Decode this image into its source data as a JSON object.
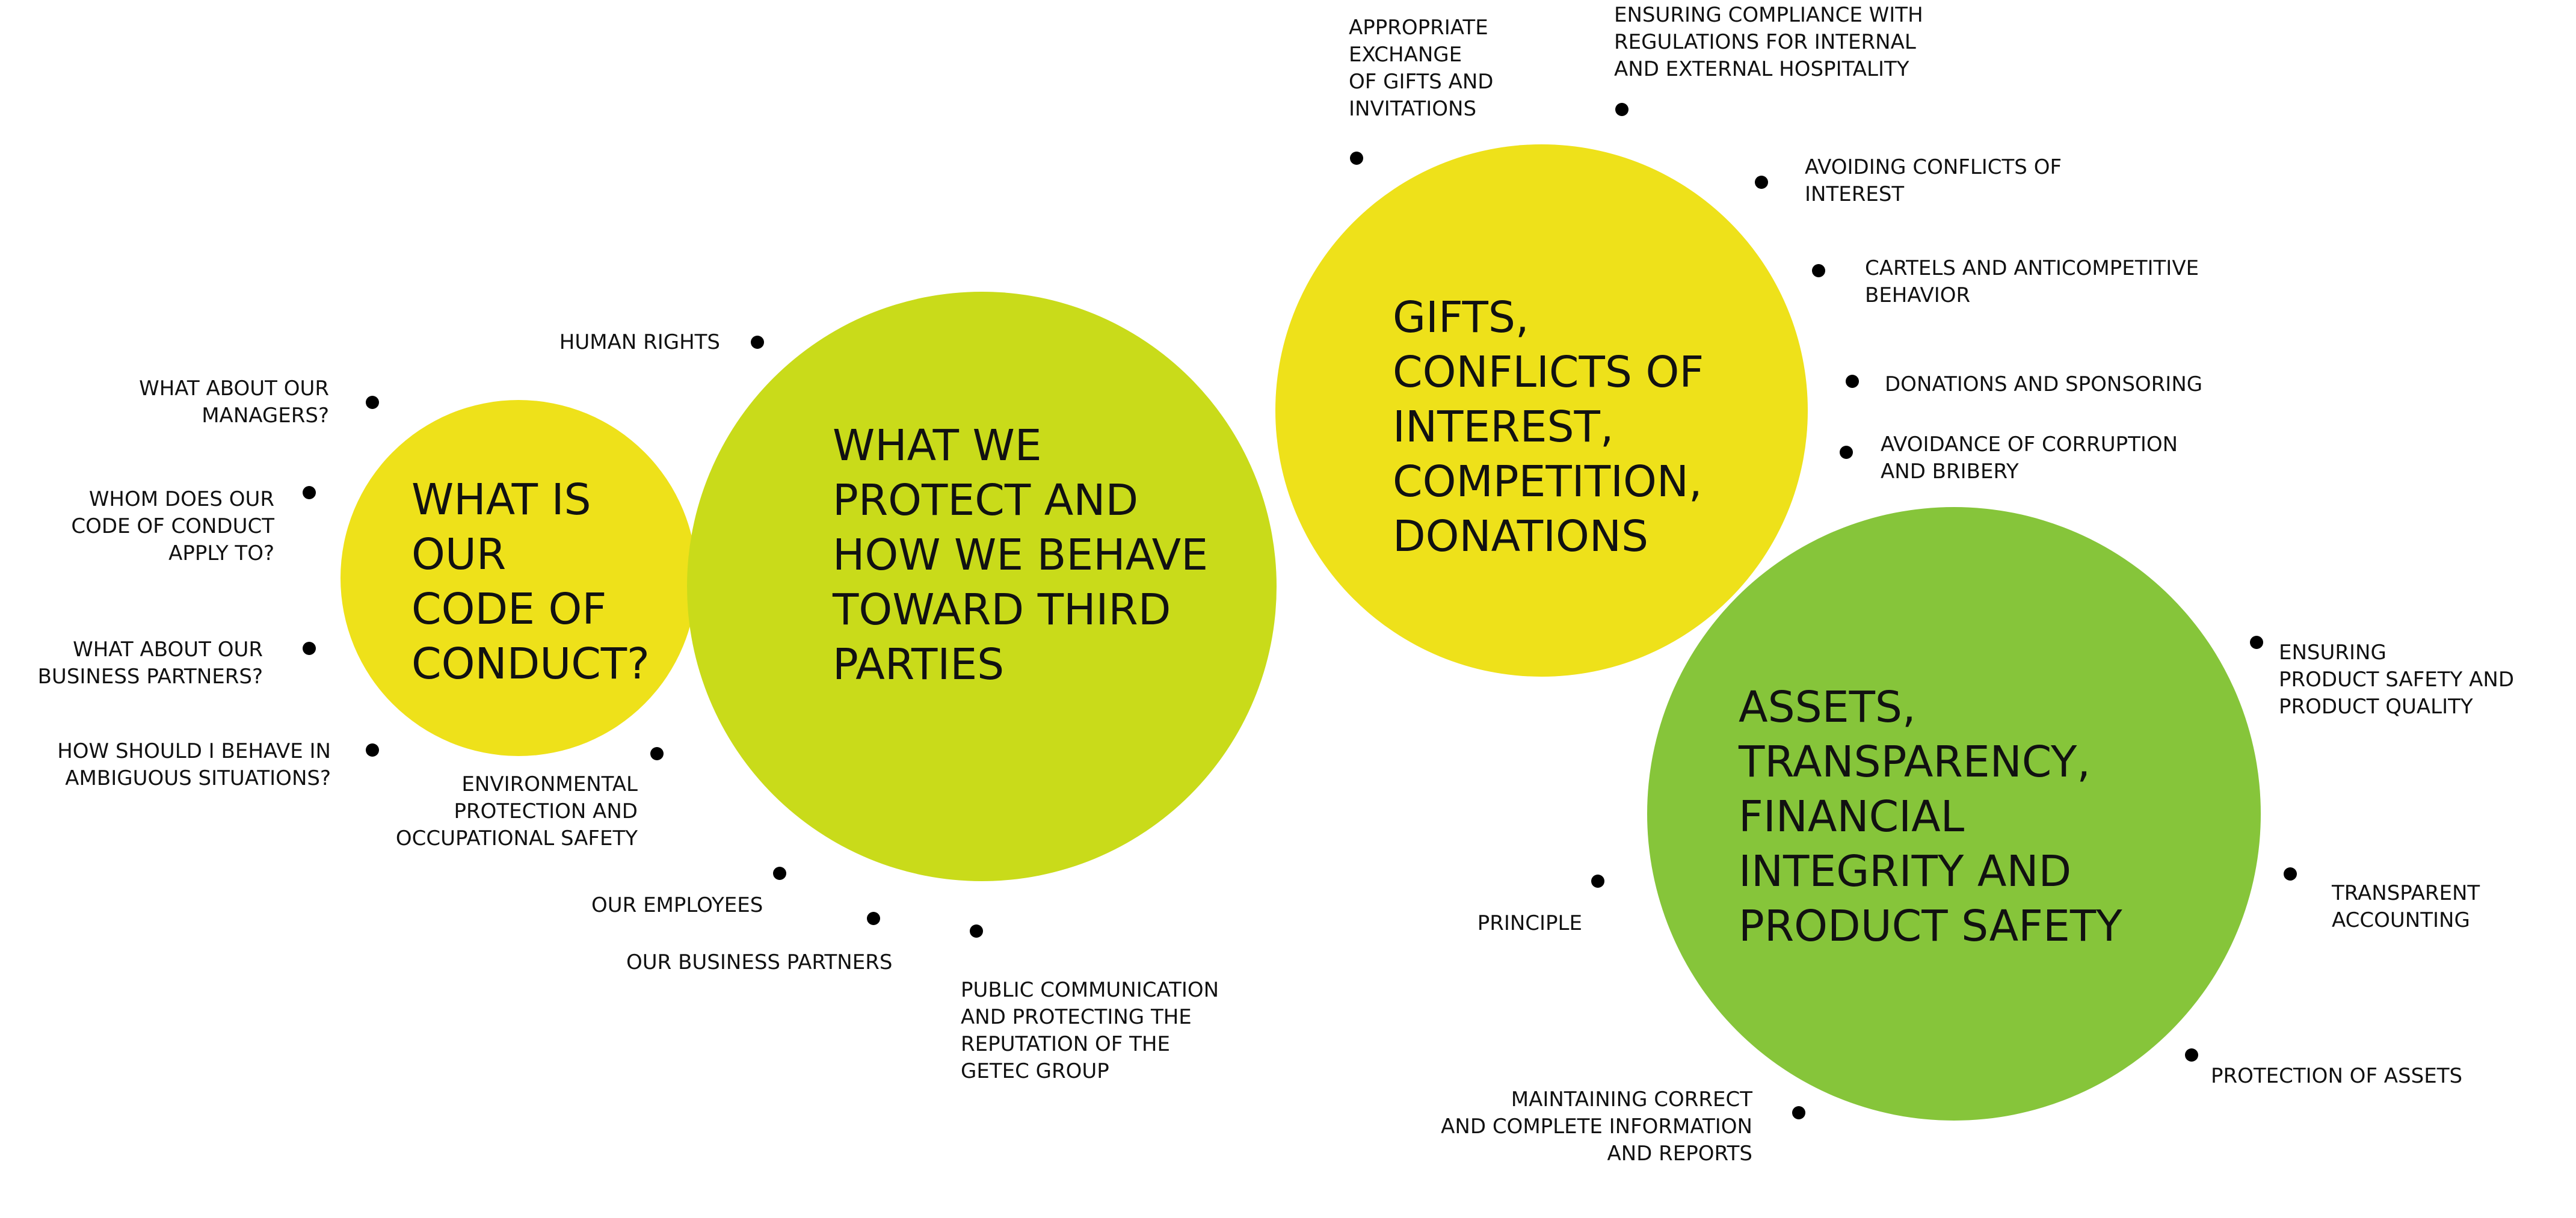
{
  "colors": {
    "yellow": "#EEE11A",
    "lime": "#C9DB1A",
    "green": "#86C53A",
    "text": "#111111",
    "dot": "#000000"
  },
  "circles": {
    "code_of_conduct": "WHAT IS\nOUR\nCODE OF\nCONDUCT?",
    "protect_behave": "WHAT WE\nPROTECT AND\nHOW WE BEHAVE\nTOWARD THIRD\nPARTIES",
    "gifts": "GIFTS,\nCONFLICTS OF\nINTEREST,\nCOMPETITION,\nDONATIONS",
    "assets": "ASSETS,\nTRANSPARENCY,\nFINANCIAL\nINTEGRITY AND\nPRODUCT SAFETY"
  },
  "labels": {
    "managers": "WHAT ABOUT OUR\nMANAGERS?",
    "whom_applies": "WHOM DOES OUR\nCODE OF CONDUCT\nAPPLY TO?",
    "business_partners_q": "WHAT ABOUT OUR\nBUSINESS PARTNERS?",
    "ambiguous": "HOW SHOULD I BEHAVE IN\nAMBIGUOUS SITUATIONS?",
    "human_rights": "HUMAN RIGHTS",
    "environmental": "ENVIRONMENTAL\nPROTECTION AND\nOCCUPATIONAL SAFETY",
    "our_employees": "OUR EMPLOYEES",
    "our_business_partners": "OUR BUSINESS PARTNERS",
    "public_communication": "PUBLIC COMMUNICATION\nAND PROTECTING THE\nREPUTATION OF THE\nGETEC GROUP",
    "gifts_exchange": "APPROPRIATE\nEXCHANGE\nOF GIFTS AND\nINVITATIONS",
    "hospitality": "ENSURING COMPLIANCE WITH\nREGULATIONS FOR INTERNAL\nAND EXTERNAL HOSPITALITY",
    "conflicts": "AVOIDING CONFLICTS OF\nINTEREST",
    "cartels": "CARTELS AND ANTICOMPETITIVE\nBEHAVIOR",
    "donations": "DONATIONS AND SPONSORING",
    "corruption": "AVOIDANCE OF CORRUPTION\nAND BRIBERY",
    "product_safety": "ENSURING\nPRODUCT SAFETY AND\nPRODUCT QUALITY",
    "transparent_accounting": "TRANSPARENT\nACCOUNTING",
    "protection_assets": "PROTECTION OF ASSETS",
    "maintaining_info": "MAINTAINING CORRECT\nAND COMPLETE INFORMATION\nAND REPORTS",
    "principle": "PRINCIPLE"
  }
}
